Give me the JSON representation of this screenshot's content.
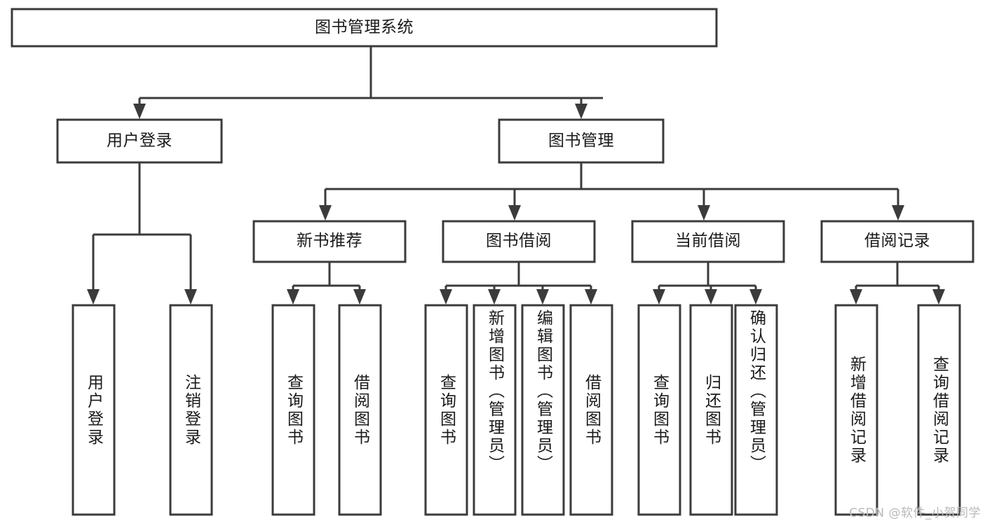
{
  "diagram": {
    "type": "tree-hierarchy-diagram",
    "title": "图书管理系统",
    "orientation": "top-down",
    "colors": {
      "box_stroke": "#3b3b3b",
      "box_fill": "#ffffff",
      "connector": "#3b3b3b",
      "text": "#1a1a1a",
      "background": "#ffffff",
      "watermark": "#b9b9b9"
    },
    "nodes": {
      "root": {
        "label": "图书管理系统",
        "level": 1
      },
      "level2": [
        {
          "id": "user-login",
          "label": "用户登录"
        },
        {
          "id": "book-management",
          "label": "图书管理"
        }
      ],
      "level3": [
        {
          "id": "new-book-recommend",
          "label": "新书推荐"
        },
        {
          "id": "book-borrow",
          "label": "图书借阅"
        },
        {
          "id": "current-borrow",
          "label": "当前借阅"
        },
        {
          "id": "borrow-record",
          "label": "借阅记录"
        }
      ],
      "leaves": {
        "user-login": [
          {
            "id": "leaf-user-login",
            "label": "用户登录"
          },
          {
            "id": "leaf-logout",
            "label": "注销登录"
          }
        ],
        "new-book-recommend": [
          {
            "id": "leaf-query-book-1",
            "label": "查询图书"
          },
          {
            "id": "leaf-borrow-book-1",
            "label": "借阅图书"
          }
        ],
        "book-borrow": [
          {
            "id": "leaf-query-book-2",
            "label": "查询图书"
          },
          {
            "id": "leaf-add-book",
            "label": "新增图书（管理员）"
          },
          {
            "id": "leaf-edit-book",
            "label": "编辑图书（管理员）"
          },
          {
            "id": "leaf-borrow-book-2",
            "label": "借阅图书"
          }
        ],
        "current-borrow": [
          {
            "id": "leaf-query-book-3",
            "label": "查询图书"
          },
          {
            "id": "leaf-return-book",
            "label": "归还图书"
          },
          {
            "id": "leaf-confirm-return",
            "label": "确认归还（管理员）"
          }
        ],
        "borrow-record": [
          {
            "id": "leaf-add-record",
            "label": "新增借阅记录"
          },
          {
            "id": "leaf-query-record",
            "label": "查询借阅记录"
          }
        ]
      }
    }
  },
  "watermark": {
    "text": "CSDN @软件_小贺同学"
  }
}
